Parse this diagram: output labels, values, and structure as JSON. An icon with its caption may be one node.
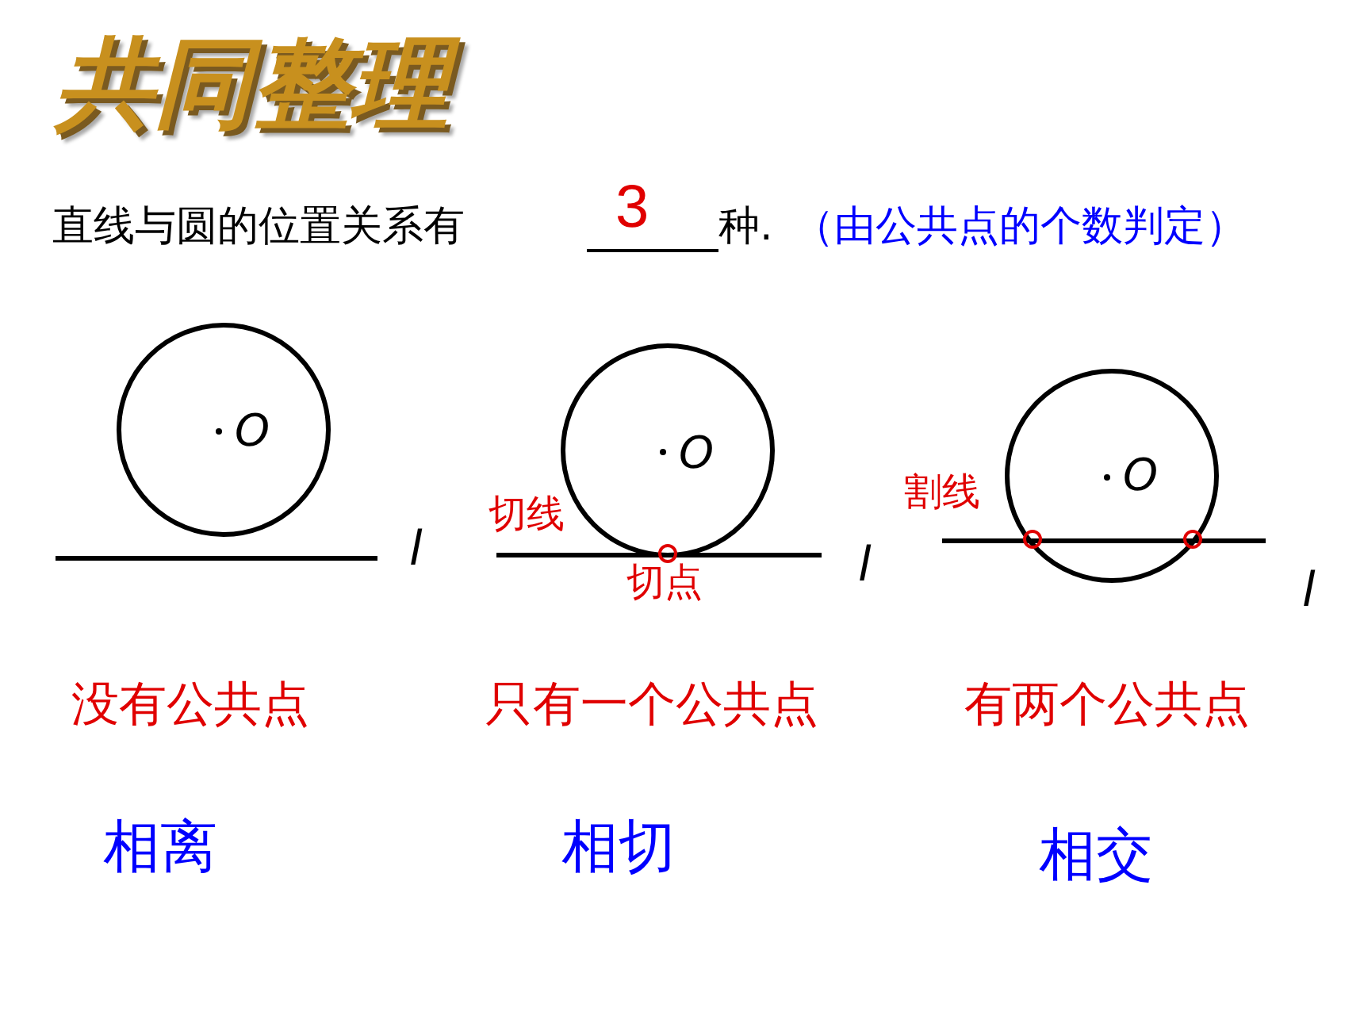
{
  "diagram": {
    "title": "共同整理",
    "labels": [
      "直线与圆的位置关系有",
      "3",
      "种.",
      "（由公共点的个数判定）",
      "O",
      "l",
      "切线",
      "O",
      "切点",
      "l",
      "O",
      "割线",
      "l",
      "没有公共点",
      "只有一个公共点",
      "有两个公共点",
      "相离",
      "相切",
      "相交"
    ]
  }
}
